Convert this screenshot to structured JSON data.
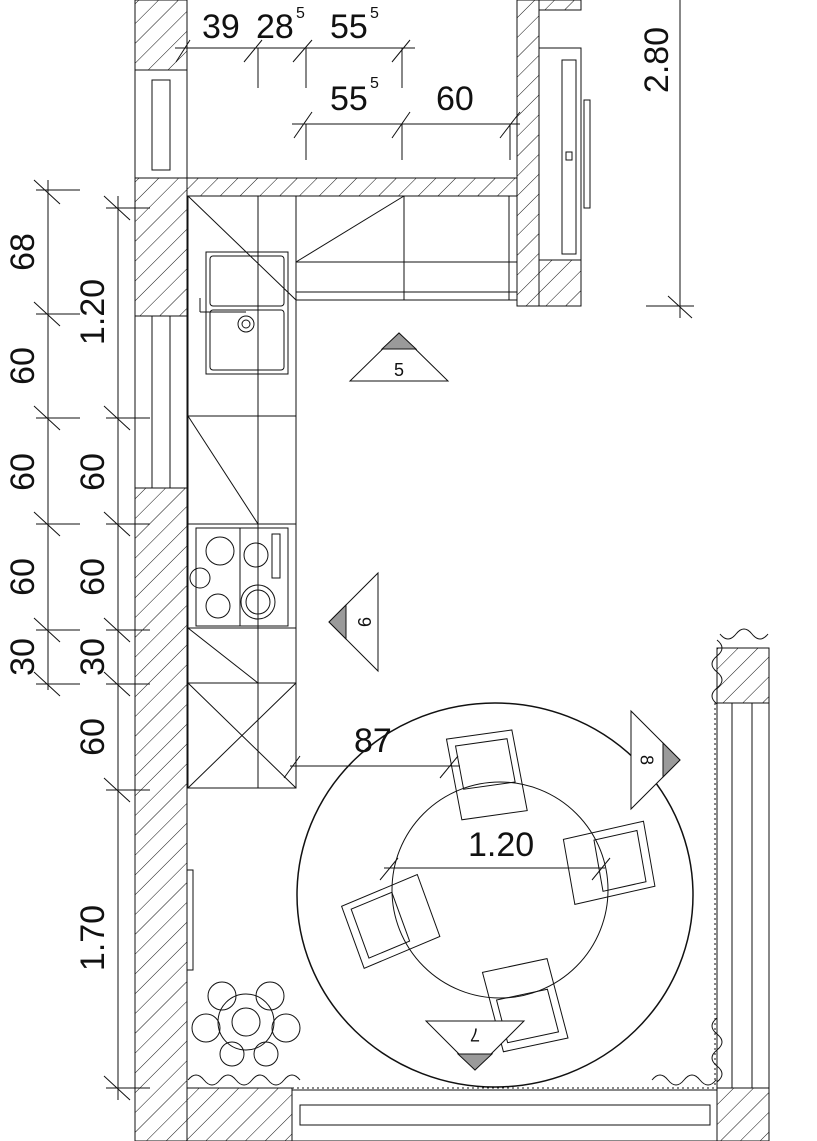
{
  "dimensions_top": {
    "d39": "39",
    "d28": "28",
    "d28_sup": "5",
    "d55a": "55",
    "d55a_sup": "5",
    "d55b": "55",
    "d55b_sup": "5",
    "d60": "60",
    "d280": "2.80"
  },
  "dimensions_left_outer": [
    "68",
    "60",
    "60",
    "60",
    "30"
  ],
  "dimensions_left_inner": [
    "1.20",
    "60",
    "60",
    "30",
    "60",
    "1.70"
  ],
  "dimensions_table": {
    "d87": "87",
    "d120": "1.20"
  },
  "view_markers": [
    "5",
    "6",
    "7",
    "8"
  ],
  "colors": {
    "line": "#111111",
    "marker_fill": "#9a9a9a",
    "background": "#ffffff"
  }
}
